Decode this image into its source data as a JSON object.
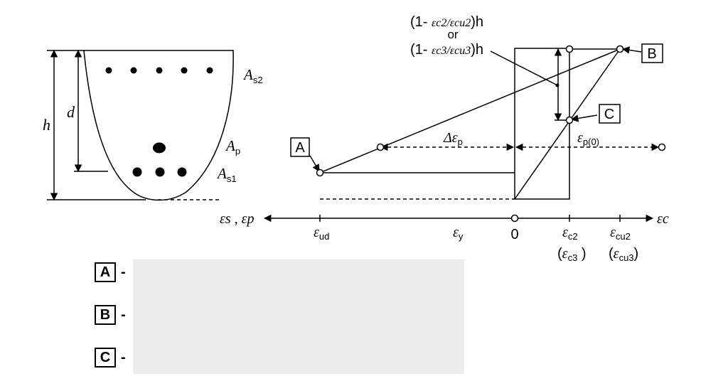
{
  "section": {
    "h": "h",
    "d": "d",
    "As2": {
      "base": "A",
      "sub": "s2"
    },
    "Ap": {
      "base": "A",
      "sub": "p"
    },
    "As1": {
      "base": "A",
      "sub": "s1"
    }
  },
  "points": {
    "A": "A",
    "B": "B",
    "C": "C"
  },
  "annotation": {
    "line1_open": "(1- ",
    "line1_frac": "εc2/εcu2",
    "line1_close": ")h",
    "or": "or",
    "line2_open": "(1- ",
    "line2_frac": "εc3/εcu3",
    "line2_close": ")h"
  },
  "delta_ep": {
    "base": "Δε",
    "sub": "p"
  },
  "ep0": {
    "base": "ε",
    "sub": "p(0)"
  },
  "axis": {
    "left_label": "εs , εp",
    "right_label": "εc",
    "zero": "0",
    "eud": {
      "base": "ε",
      "sub": "ud"
    },
    "ey": {
      "base": "ε",
      "sub": "y"
    },
    "ec2": {
      "base": "ε",
      "sub": "c2"
    },
    "ecu2": {
      "base": "ε",
      "sub": "cu2"
    },
    "ec3": {
      "base": "ε",
      "sub": "c3"
    },
    "ecu3": {
      "base": "ε",
      "sub": "cu3"
    }
  },
  "legend": [
    {
      "letter": "A",
      "dash": "-"
    },
    {
      "letter": "B",
      "dash": "-"
    },
    {
      "letter": "C",
      "dash": "-"
    }
  ]
}
